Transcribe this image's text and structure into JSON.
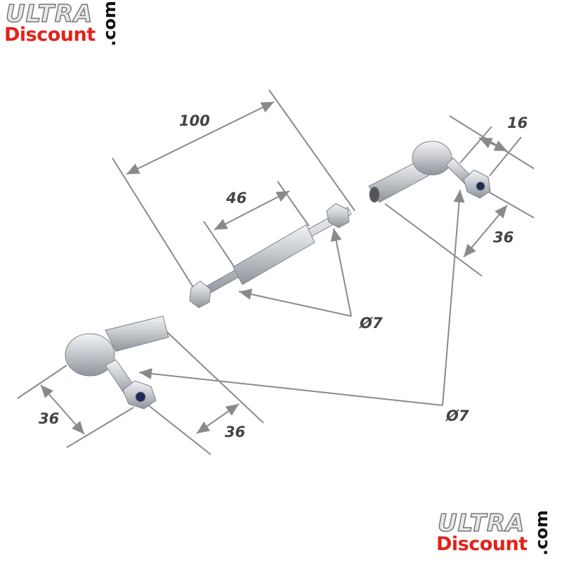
{
  "logo": {
    "line1": "ULTRA",
    "line2": "Discount",
    "suffix": ".com"
  },
  "dimensions": {
    "overall_length": "100",
    "hex_length": "46",
    "rod_diameter": "Ø7",
    "joint_diameter": "Ø7",
    "right_joint_width": "16",
    "right_joint_length": "36",
    "left_joint_height": "36",
    "left_joint_length": "36"
  },
  "colors": {
    "dimension_line": "#8a8a8a",
    "logo_red": "#e2231a",
    "metal": "#c9ccd0"
  }
}
